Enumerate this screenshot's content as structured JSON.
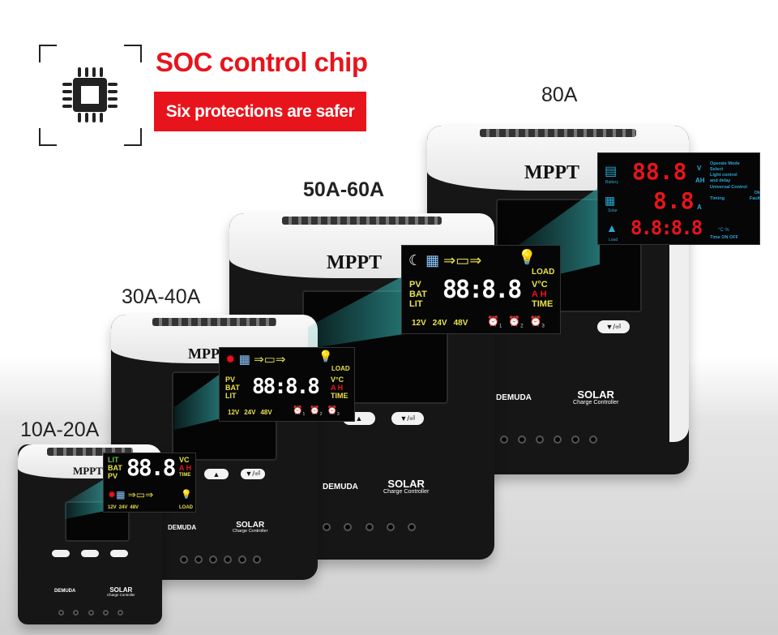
{
  "header": {
    "title": "SOC control chip",
    "subtitle": "Six protections are safer",
    "icon": "chip-icon"
  },
  "models": [
    {
      "label": "80A",
      "mppt": "MPPT",
      "brand": "DEMUDA",
      "solar": "SOLAR",
      "solar_sub": "Charge Controller",
      "display": {
        "row1": "88.8",
        "row1_units": [
          "V",
          "AH"
        ],
        "row2": "8.8",
        "row2_unit": "A",
        "row3": "8.8:8.8",
        "row3_unit": "°C %",
        "icons": [
          "Battery",
          "Solar",
          "Load"
        ],
        "right_text": [
          "Operate Mode",
          "Select",
          "Light control",
          "and delay",
          "Universal Control",
          "Ok",
          "Timing",
          "Fault",
          "Time ON OFF"
        ]
      }
    },
    {
      "label": "50A-60A",
      "mppt": "MPPT",
      "brand": "DEMUDA",
      "solar": "SOLAR",
      "solar_sub": "Charge Controller",
      "display": {
        "digits": "88:8.8",
        "left": [
          "PV",
          "BAT",
          "LIT"
        ],
        "right": [
          "V°C",
          "A H",
          "TIME"
        ],
        "load": "LOAD",
        "volts": [
          "12V",
          "24V",
          "48V"
        ],
        "timers": [
          "1",
          "2",
          "3"
        ]
      }
    },
    {
      "label": "30A-40A",
      "mppt": "MPPT",
      "brand": "DEMUDA",
      "solar": "SOLAR",
      "solar_sub": "Charge Controller",
      "display": {
        "digits": "88:8.8",
        "left": [
          "PV",
          "BAT",
          "LIT"
        ],
        "right": [
          "V°C",
          "A H",
          "TIME"
        ],
        "load": "LOAD",
        "volts": [
          "12V",
          "24V",
          "48V"
        ],
        "timers": [
          "1",
          "2",
          "3"
        ]
      }
    },
    {
      "label": "10A-20A",
      "mppt": "MPPT",
      "brand": "DEMUDA",
      "solar": "SOLAR",
      "solar_sub": "Charge Controller",
      "display": {
        "digits": "88.8",
        "left": [
          "LIT",
          "BAT",
          "PV"
        ],
        "right": [
          "VC",
          "A H",
          "TIME"
        ],
        "load": "LOAD",
        "volts": [
          "12V",
          "24V",
          "48V"
        ]
      }
    }
  ],
  "colors": {
    "accent": "#e8141c",
    "lcd_cyan": "#2aa7d6",
    "lcd_yellow": "#e8e24a"
  }
}
